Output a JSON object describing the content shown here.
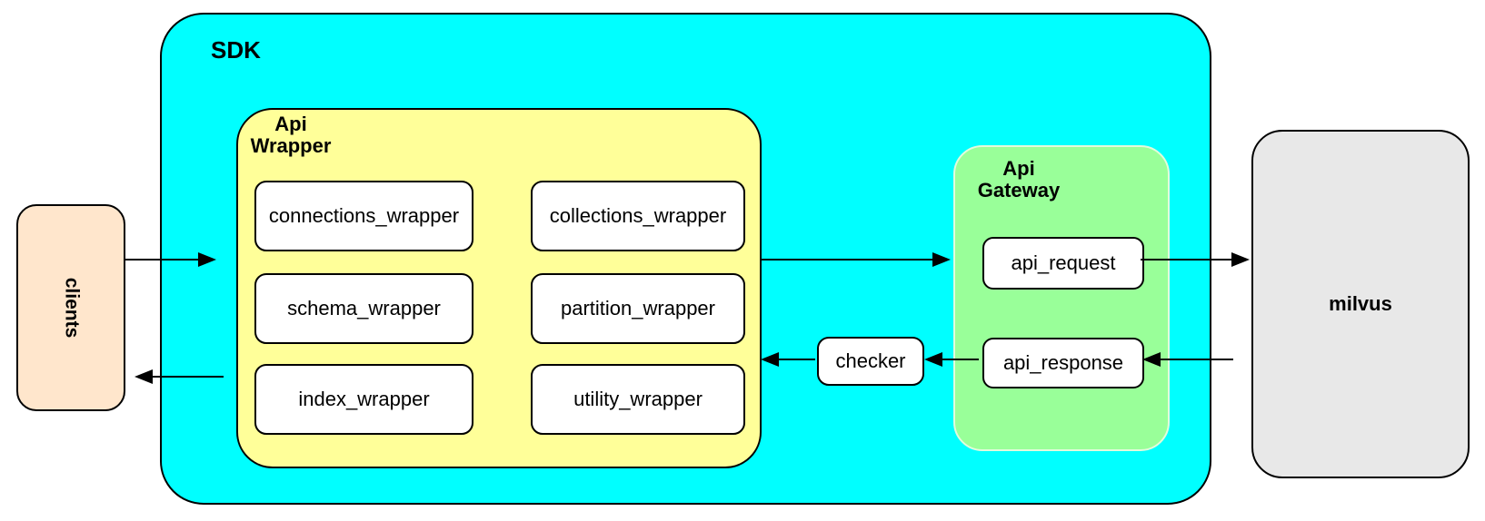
{
  "colors": {
    "sdk_fill": "#00FFFF",
    "api_wrapper_fill": "#FFFF99",
    "api_gateway_fill": "#99FF99",
    "clients_fill": "#FFE6CC",
    "milvus_fill": "#E8E8E8",
    "inner_box_fill": "#FFFFFF",
    "line_color": "#000000"
  },
  "nodes": {
    "clients": "clients",
    "sdk": "SDK",
    "api_wrapper": "Api\nWrapper",
    "api_gateway": "Api\nGateway",
    "checker": "checker",
    "milvus": "milvus"
  },
  "api_wrapper_boxes": [
    {
      "label": "connections_wrapper"
    },
    {
      "label": "collections_wrapper"
    },
    {
      "label": "schema_wrapper"
    },
    {
      "label": "partition_wrapper"
    },
    {
      "label": "index_wrapper"
    },
    {
      "label": "utility_wrapper"
    }
  ],
  "api_gateway_boxes": [
    {
      "label": "api_request"
    },
    {
      "label": "api_response"
    }
  ]
}
